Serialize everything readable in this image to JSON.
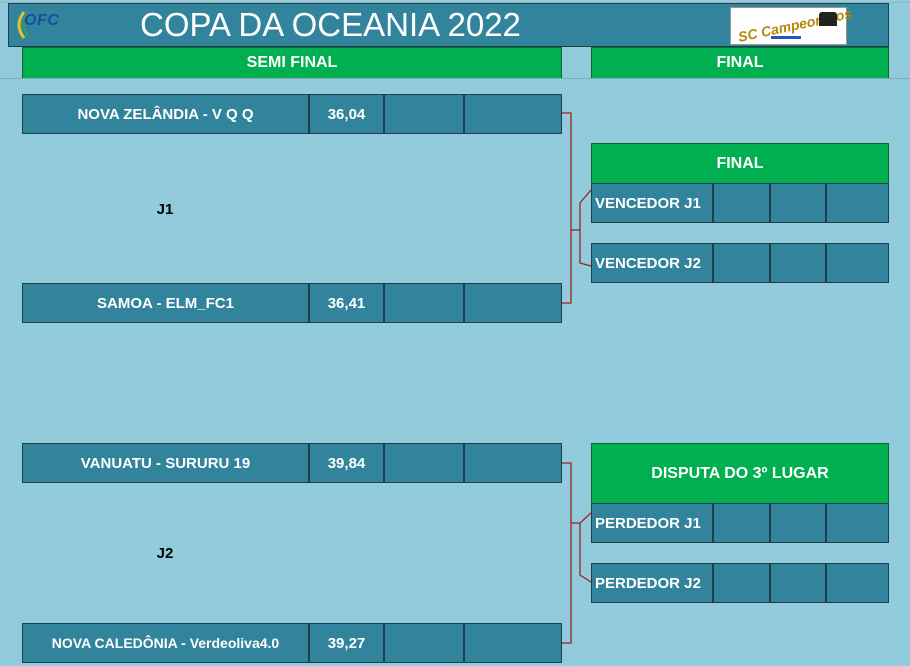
{
  "header": {
    "title": "COPA DA OCEANIA 2022",
    "logo_left": "OFC",
    "logo_right": "SC Campeonatos"
  },
  "sections": {
    "semi_final": "SEMI FINAL",
    "final": "FINAL"
  },
  "semi": {
    "j1_label": "J1",
    "j2_label": "J2",
    "teams": [
      {
        "name": "NOVA ZELÂNDIA - V Q Q",
        "score": "36,04",
        "c2": "",
        "c3": ""
      },
      {
        "name": "SAMOA - ELM_FC1",
        "score": "36,41",
        "c2": "",
        "c3": ""
      },
      {
        "name": "VANUATU - SURURU 19",
        "score": "39,84",
        "c2": "",
        "c3": ""
      },
      {
        "name": "NOVA CALEDÔNIA - Verdeoliva4.0",
        "score": "39,27",
        "c2": "",
        "c3": ""
      }
    ]
  },
  "final_block": {
    "title": "FINAL",
    "rows": [
      {
        "label": "VENCEDOR J1",
        "c1": "",
        "c2": "",
        "c3": ""
      },
      {
        "label": "VENCEDOR J2",
        "c1": "",
        "c2": "",
        "c3": ""
      }
    ]
  },
  "third_block": {
    "title": "DISPUTA DO 3º LUGAR",
    "rows": [
      {
        "label": "PERDEDOR J1",
        "c1": "",
        "c2": "",
        "c3": ""
      },
      {
        "label": "PERDEDOR J2",
        "c1": "",
        "c2": "",
        "c3": ""
      }
    ]
  },
  "colors": {
    "background": "#92ccdc",
    "cell": "#31849b",
    "header_green": "#00b050",
    "bracket_line": "#a02020"
  }
}
